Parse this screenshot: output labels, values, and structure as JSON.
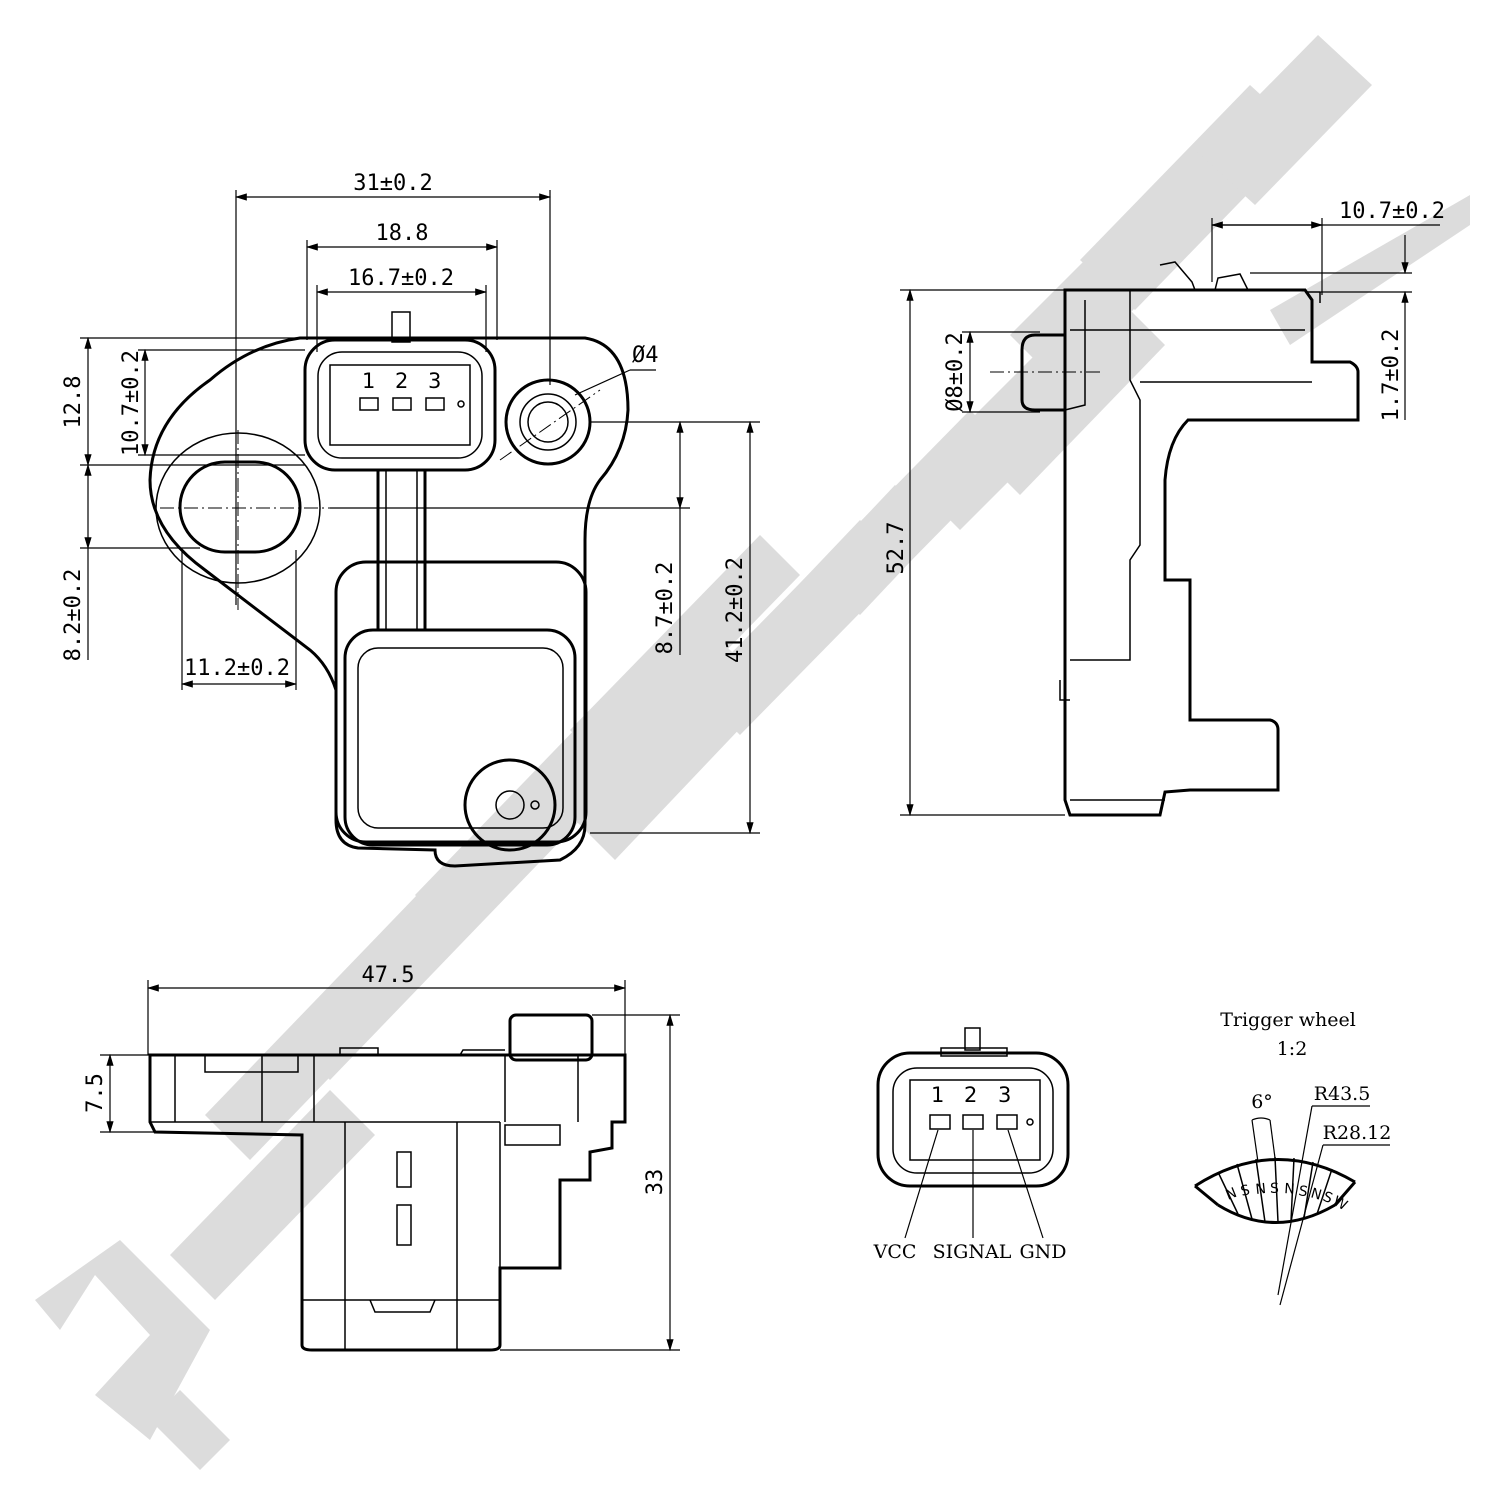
{
  "watermark": {
    "text": "ZENNEK",
    "color": "#dcdcdc"
  },
  "front_view": {
    "dims": {
      "width_total": "31±0.2",
      "conn_outer": "18.8",
      "conn_inner": "16.7±0.2",
      "hole_dia": "Ø4",
      "height_12_8": "12.8",
      "height_10_7": "10.7±0.2",
      "height_8_2": "8.2±0.2",
      "slot_width": "11.2±0.2",
      "height_8_7": "8.7±0.2",
      "height_41_2": "41.2±0.2"
    },
    "pins": [
      "1",
      "2",
      "3"
    ]
  },
  "side_view": {
    "dims": {
      "top_width": "10.7±0.2",
      "step": "1.7±0.2",
      "boss_dia": "Ø8±0.2",
      "total_height": "52.7"
    }
  },
  "bottom_view": {
    "dims": {
      "length": "47.5",
      "flange": "7.5",
      "height": "33"
    }
  },
  "connector_detail": {
    "pins": [
      "1",
      "2",
      "3"
    ],
    "labels": [
      "VCC",
      "SIGNAL",
      "GND"
    ]
  },
  "trigger_wheel": {
    "title": "Trigger wheel",
    "scale": "1:2",
    "angle": "6°",
    "r_outer": "R43.5",
    "r_inner": "R28.12",
    "poles": [
      "N",
      "S",
      "N",
      "S",
      "N",
      "S",
      "N",
      "S",
      "W"
    ]
  }
}
